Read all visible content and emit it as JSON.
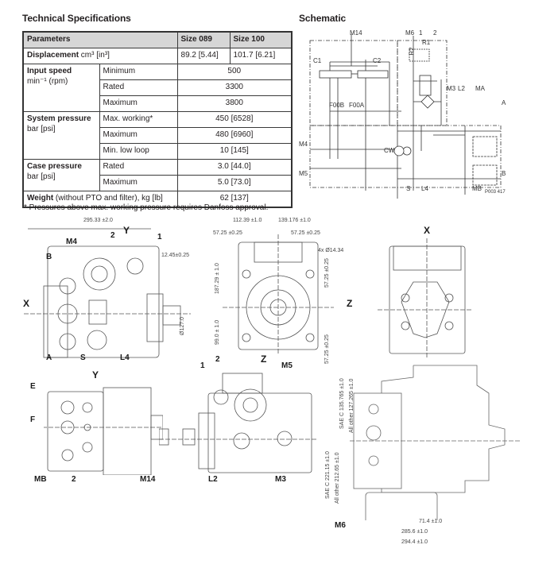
{
  "headings": {
    "technical_specifications": "Technical Specifications",
    "schematic": "Schematic"
  },
  "spec_table": {
    "header": {
      "parameters": "Parameters",
      "size_089": "Size 089",
      "size_100": "Size 100"
    },
    "displacement": {
      "label": "Displacement",
      "unit": " cm³ [in³]",
      "size_089": "89.2 [5.44]",
      "size_100": "101.7 [6.21]"
    },
    "input_speed": {
      "label": "Input speed",
      "unit": "min⁻¹ (rpm)",
      "rows": [
        {
          "name": "Minimum",
          "value": "500"
        },
        {
          "name": "Rated",
          "value": "3300"
        },
        {
          "name": "Maximum",
          "value": "3800"
        }
      ]
    },
    "system_pressure": {
      "label": "System pressure",
      "unit": "bar [psi]",
      "rows": [
        {
          "name": "Max. working*",
          "value": "450 [6528]"
        },
        {
          "name": "Maximum",
          "value": "480 [6960]"
        },
        {
          "name": "Min. low loop",
          "value": "10 [145]"
        }
      ]
    },
    "case_pressure": {
      "label": "Case pressure",
      "unit": "bar [psi]",
      "rows": [
        {
          "name": "Rated",
          "value": "3.0 [44.0]"
        },
        {
          "name": "Maximum",
          "value": "5.0 [73.0]"
        }
      ]
    },
    "weight": {
      "label": "Weight",
      "unit": " (without PTO and filter), kg [lb]",
      "value": "62 [137]"
    },
    "footnote": "* Pressures above max. working pressure requires Danfoss approval."
  },
  "schematic": {
    "labels": {
      "m14": "M14",
      "m6": "M6",
      "p1": "1",
      "p2": "2",
      "r1": "R1",
      "r2": "R2",
      "c1": "C1",
      "c2": "C2",
      "m3": "M3",
      "l2": "L2",
      "ma": "MA",
      "a": "A",
      "f00b": "F00B",
      "f00a": "F00A",
      "m4": "M4",
      "cw": "CW",
      "m5": "M5",
      "b": "B",
      "s": "S",
      "l4": "L4",
      "mb": "MB"
    },
    "figure_id": "P003 417"
  },
  "drawings": {
    "view1": {
      "x_arrow": "X",
      "y_arrow": "Y",
      "b": "B",
      "m4": "M4",
      "p2": "2",
      "p1": "1",
      "a": "A",
      "s": "S",
      "l4": "L4",
      "dim_width": "295.33 ±2.0",
      "dim_offset": "12.45±0.25",
      "dim_dia": "Ø127.0"
    },
    "view2": {
      "z_arrow": "Z",
      "dim_left": "112.39 ±1.0",
      "dim_right": "139.176 ±1.0",
      "dim_left2": "57.25 ±0.25",
      "dim_right2": "57.25 ±0.25",
      "dim_holes": "4x Ø14.34",
      "dim_top": "187.29 ± 1.0",
      "dim_bottom": "99.0 ± 1.0",
      "dim_v1": "57.25 ±0.25",
      "dim_v2": "57.25 ±0.25"
    },
    "view3": {
      "x_label": "X"
    },
    "view4": {
      "y_label": "Y",
      "e": "E",
      "f": "F",
      "mb": "MB",
      "p2": "2",
      "m14": "M14"
    },
    "view5": {
      "z_label": "Z",
      "p1": "1",
      "p2": "2",
      "m5": "M5",
      "l2": "L2",
      "m3": "M3"
    },
    "view6": {
      "m6": "M6",
      "dim_sae1": "SAE C 135.765 ±1.0",
      "dim_other1": "All other 127.265 ±1.0",
      "dim_sae2": "SAE C 221.15 ±1.0",
      "dim_other2": "All other 212.65 ±1.0",
      "dim_h1": "71.4 ±1.0",
      "dim_h2": "285.6 ±1.0",
      "dim_h3": "294.4 ±1.0"
    }
  }
}
